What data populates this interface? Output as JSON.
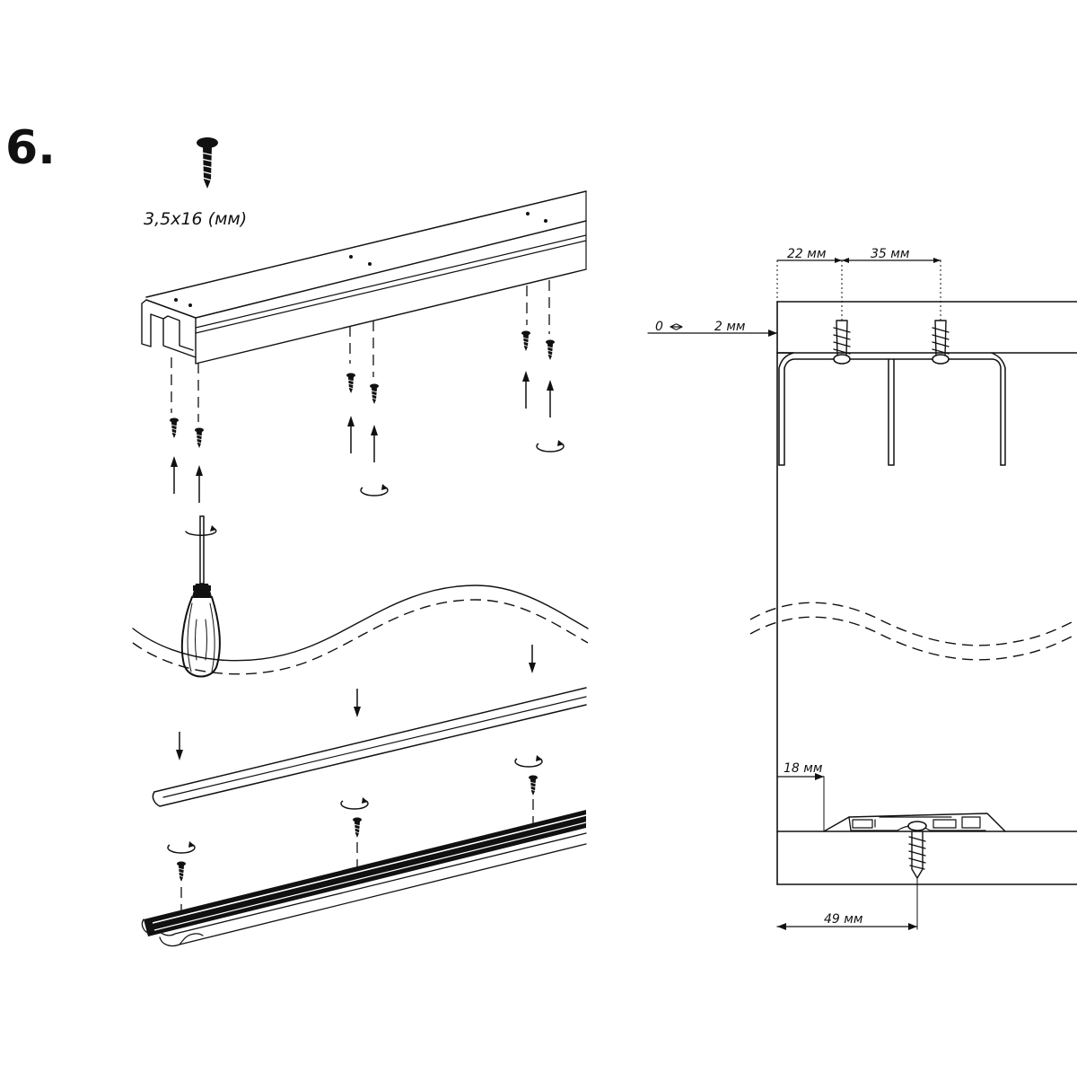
{
  "step": {
    "number": "6."
  },
  "screw_spec": "3,5x16 (мм)",
  "dimensions": {
    "d22": "22 мм",
    "d35": "35 мм",
    "gap": "0",
    "gap2": "2 мм",
    "d18": "18 мм",
    "d49": "49 мм"
  },
  "icons": {
    "screw": "screw-icon",
    "screwdriver": "screwdriver-icon",
    "rotate": "rotate-arrow-icon",
    "up": "arrow-up-icon",
    "down": "arrow-down-icon"
  }
}
